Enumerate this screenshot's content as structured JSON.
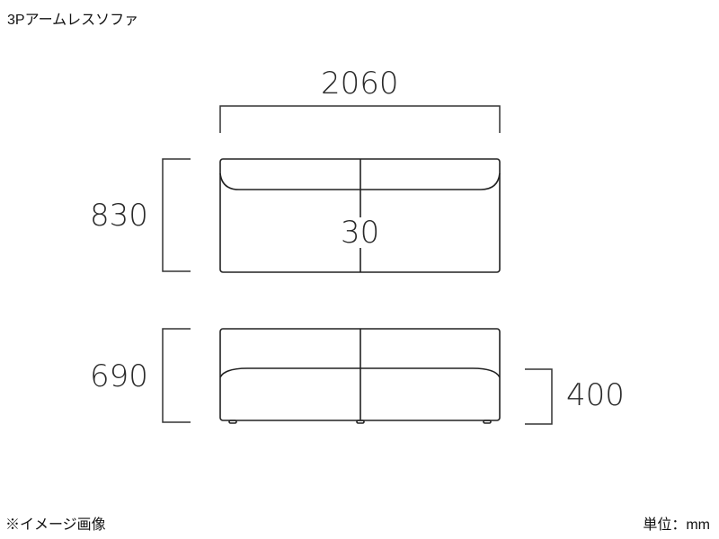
{
  "title": "3Pアームレスソファ",
  "footnote": "※イメージ画像",
  "unit_label": "単位：mm",
  "dimensions": {
    "width": "2060",
    "depth": "830",
    "inner": "30",
    "height": "690",
    "seat_height": "400"
  },
  "colors": {
    "line": "#222222",
    "dim_line": "#333333",
    "background": "#ffffff"
  }
}
